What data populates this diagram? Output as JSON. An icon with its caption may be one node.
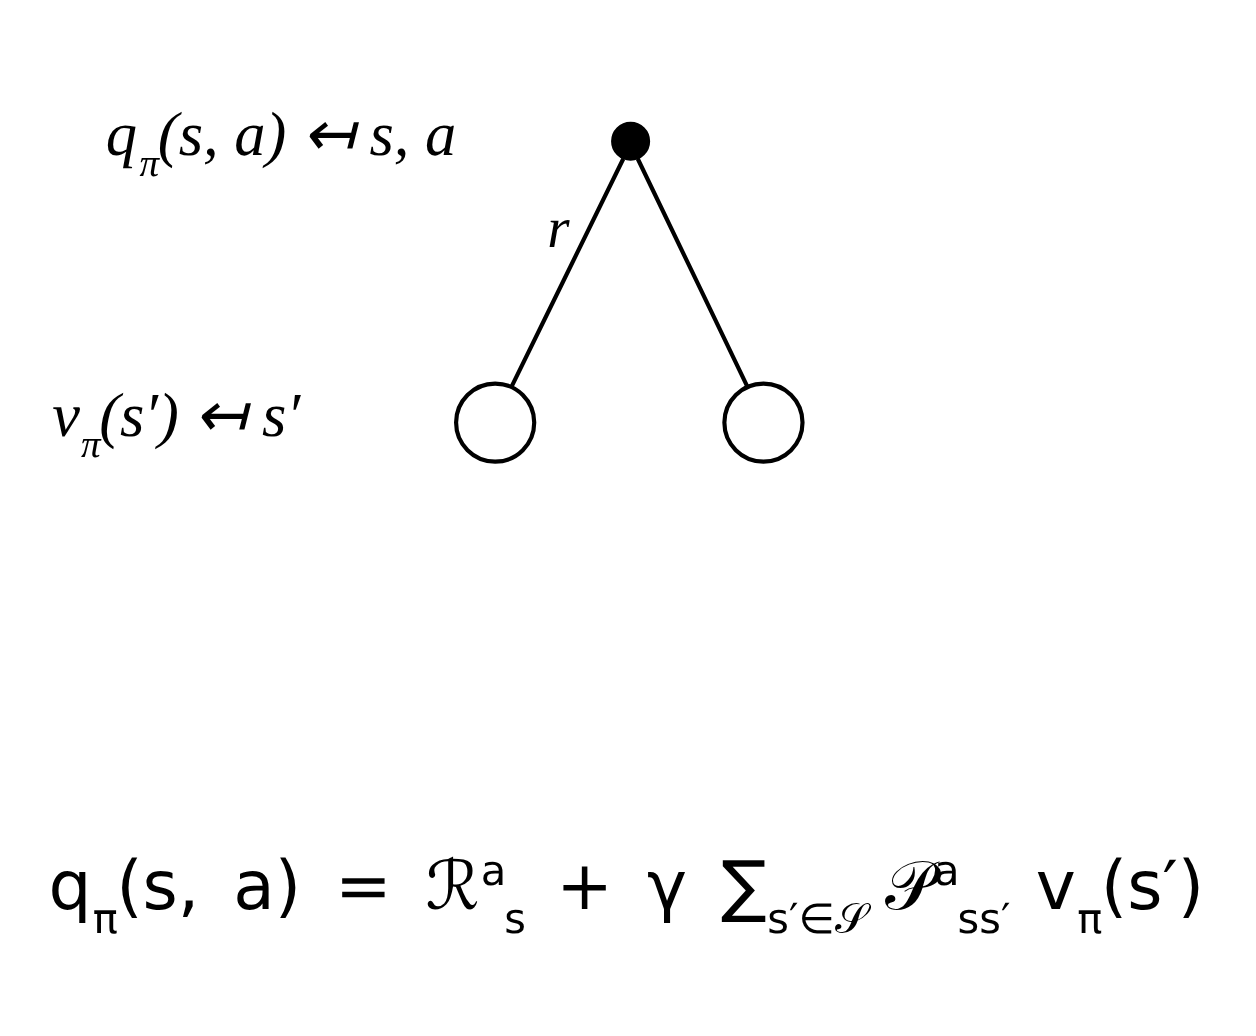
{
  "diagram": {
    "nodes": [
      {
        "text": [],
        "shape": "dot",
        "beside": [
          "q$_{π}$(s, a) ↤ s, a"
        ]
      },
      {
        "text": [],
        "shape": "circle",
        "beside": [
          "v$_{π}$(s′) ↤ s′"
        ]
      },
      {
        "text": [],
        "shape": "circle"
      }
    ],
    "edges": [
      {
        "from": 0,
        "to": 1,
        "arrow": "none",
        "label": "r"
      },
      {
        "from": 0,
        "to": 2,
        "arrow": "none"
      }
    ],
    "labels": [
      "q$_{π}$(s, a) = ℛ$^{a}$$_{s}$ + γ ∑$_{s′∈𝒮}$ 𝒫$^{a}$$_{ss′}$ v$_{π}$(s′)"
    ]
  }
}
